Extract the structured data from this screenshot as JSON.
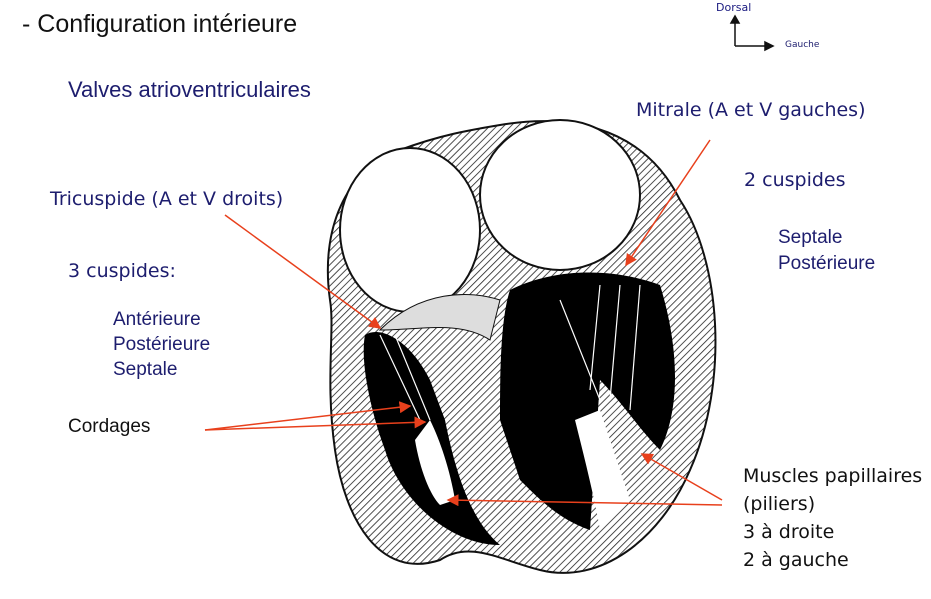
{
  "title": "- Configuration intérieure",
  "orientation": {
    "up": "Dorsal",
    "right": "Gauche"
  },
  "subtitle": "Valves atrioventriculaires",
  "tricuspide": {
    "label": "Tricuspide (A et V droits)",
    "count": "3 cuspides:",
    "cusps": [
      "Antérieure",
      "Postérieure",
      "Septale"
    ]
  },
  "mitrale": {
    "label": "Mitrale (A et V gauches)",
    "count": "2 cuspides",
    "cusps": [
      "Septale",
      "Postérieure"
    ]
  },
  "cordages": "Cordages",
  "muscles": {
    "lines": [
      "Muscles papillaires",
      "(piliers)",
      "3 à droite",
      "2 à gauche"
    ]
  },
  "colors": {
    "arrow": "#e8401c",
    "text": "#1d1d6e"
  }
}
